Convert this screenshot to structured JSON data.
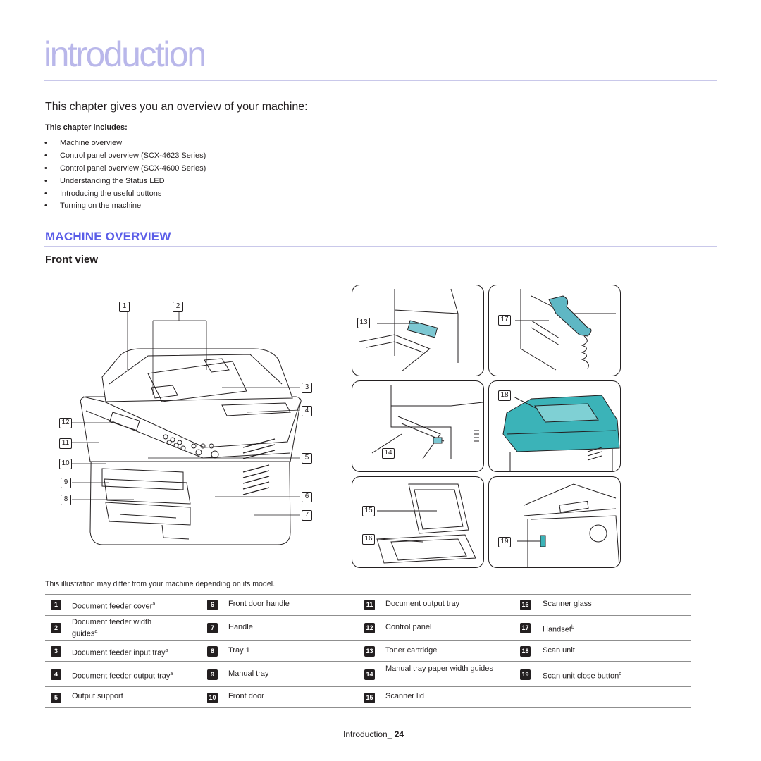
{
  "page": {
    "title": "introduction",
    "intro": "This chapter gives you an overview of your machine:",
    "includes_heading": "This chapter includes:",
    "includes": [
      "Machine overview",
      "Control panel overview (SCX-4623 Series)",
      "Control panel overview (SCX-4600 Series)",
      "Understanding the Status LED",
      "Introducing the useful buttons",
      "Turning on the machine"
    ],
    "section_title": "MACHINE OVERVIEW",
    "subsection_title": "Front view",
    "illustration_note": "This illustration may differ from your machine depending on its model.",
    "footer_label": "Introduction_",
    "footer_page": "24"
  },
  "callouts": [
    "1",
    "2",
    "3",
    "4",
    "5",
    "6",
    "7",
    "8",
    "9",
    "10",
    "11",
    "12",
    "13",
    "14",
    "15",
    "16",
    "17",
    "18",
    "19"
  ],
  "legend": [
    {
      "num": "1",
      "label": "Document feeder cover",
      "sup": "a"
    },
    {
      "num": "2",
      "label": "Document feeder width guides",
      "sup": "a"
    },
    {
      "num": "3",
      "label": "Document feeder input tray",
      "sup": "a"
    },
    {
      "num": "4",
      "label": "Document feeder output tray",
      "sup": "a"
    },
    {
      "num": "5",
      "label": "Output support",
      "sup": ""
    },
    {
      "num": "6",
      "label": "Front door handle",
      "sup": ""
    },
    {
      "num": "7",
      "label": "Handle",
      "sup": ""
    },
    {
      "num": "8",
      "label": "Tray 1",
      "sup": ""
    },
    {
      "num": "9",
      "label": "Manual tray",
      "sup": ""
    },
    {
      "num": "10",
      "label": "Front door",
      "sup": ""
    },
    {
      "num": "11",
      "label": "Document output tray",
      "sup": ""
    },
    {
      "num": "12",
      "label": "Control panel",
      "sup": ""
    },
    {
      "num": "13",
      "label": "Toner cartridge",
      "sup": ""
    },
    {
      "num": "14",
      "label": "Manual tray paper width guides",
      "sup": ""
    },
    {
      "num": "15",
      "label": "Scanner lid",
      "sup": ""
    },
    {
      "num": "16",
      "label": "Scanner glass",
      "sup": ""
    },
    {
      "num": "17",
      "label": "Handset",
      "sup": "b"
    },
    {
      "num": "18",
      "label": "Scan unit",
      "sup": ""
    },
    {
      "num": "19",
      "label": "Scan unit close button",
      "sup": "c"
    }
  ],
  "colors": {
    "title": "#b9b7ea",
    "section": "#5a5de8",
    "scan_unit_highlight": "#3bb3b8",
    "handset_highlight": "#5fb7c4"
  }
}
